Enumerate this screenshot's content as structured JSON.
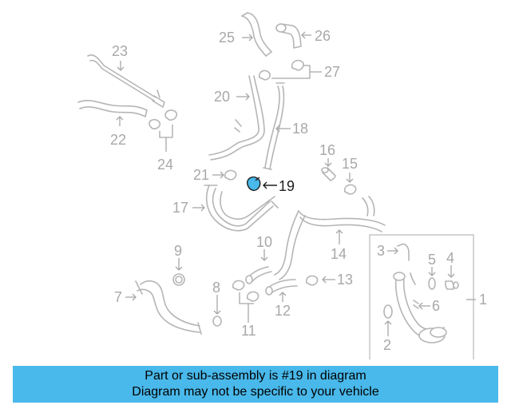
{
  "diagram": {
    "highlight_color": "#49b8ea",
    "highlighted_part": "19",
    "callouts": [
      "1",
      "2",
      "3",
      "4",
      "5",
      "6",
      "7",
      "8",
      "9",
      "10",
      "11",
      "12",
      "13",
      "14",
      "15",
      "16",
      "17",
      "18",
      "19",
      "20",
      "21",
      "22",
      "23",
      "24",
      "25",
      "26",
      "27"
    ]
  },
  "banner": {
    "line1": "Part or sub-assembly is #19 in diagram",
    "line2": "Diagram may not be specific to your vehicle"
  }
}
